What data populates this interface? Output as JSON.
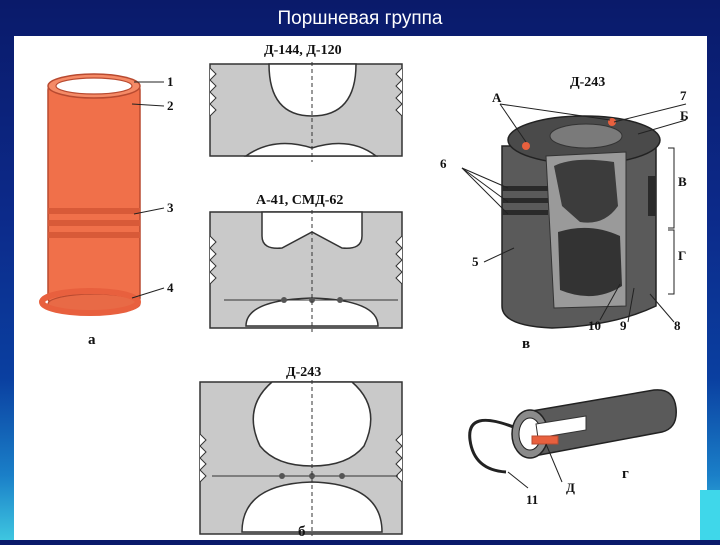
{
  "slide": {
    "title": "Поршневая группа",
    "background_color": "#0c2a8a",
    "accent_color": "#3fd7ea",
    "liner_color": "#f0704a"
  },
  "figure_a": {
    "callouts": [
      "1",
      "2",
      "3",
      "4"
    ],
    "caption": "а"
  },
  "figure_b": {
    "pistons": [
      {
        "label": "Д-144, Д-120"
      },
      {
        "label": "А-41, СМД-62"
      },
      {
        "label": "Д-243"
      }
    ],
    "caption": "б"
  },
  "figure_v": {
    "title": "Д-243",
    "callouts": [
      "А",
      "7",
      "Б",
      "6",
      "В",
      "Г",
      "5",
      "10",
      "9",
      "8"
    ],
    "caption": "в"
  },
  "figure_g": {
    "callouts": [
      "11",
      "Д"
    ],
    "caption": "г"
  }
}
